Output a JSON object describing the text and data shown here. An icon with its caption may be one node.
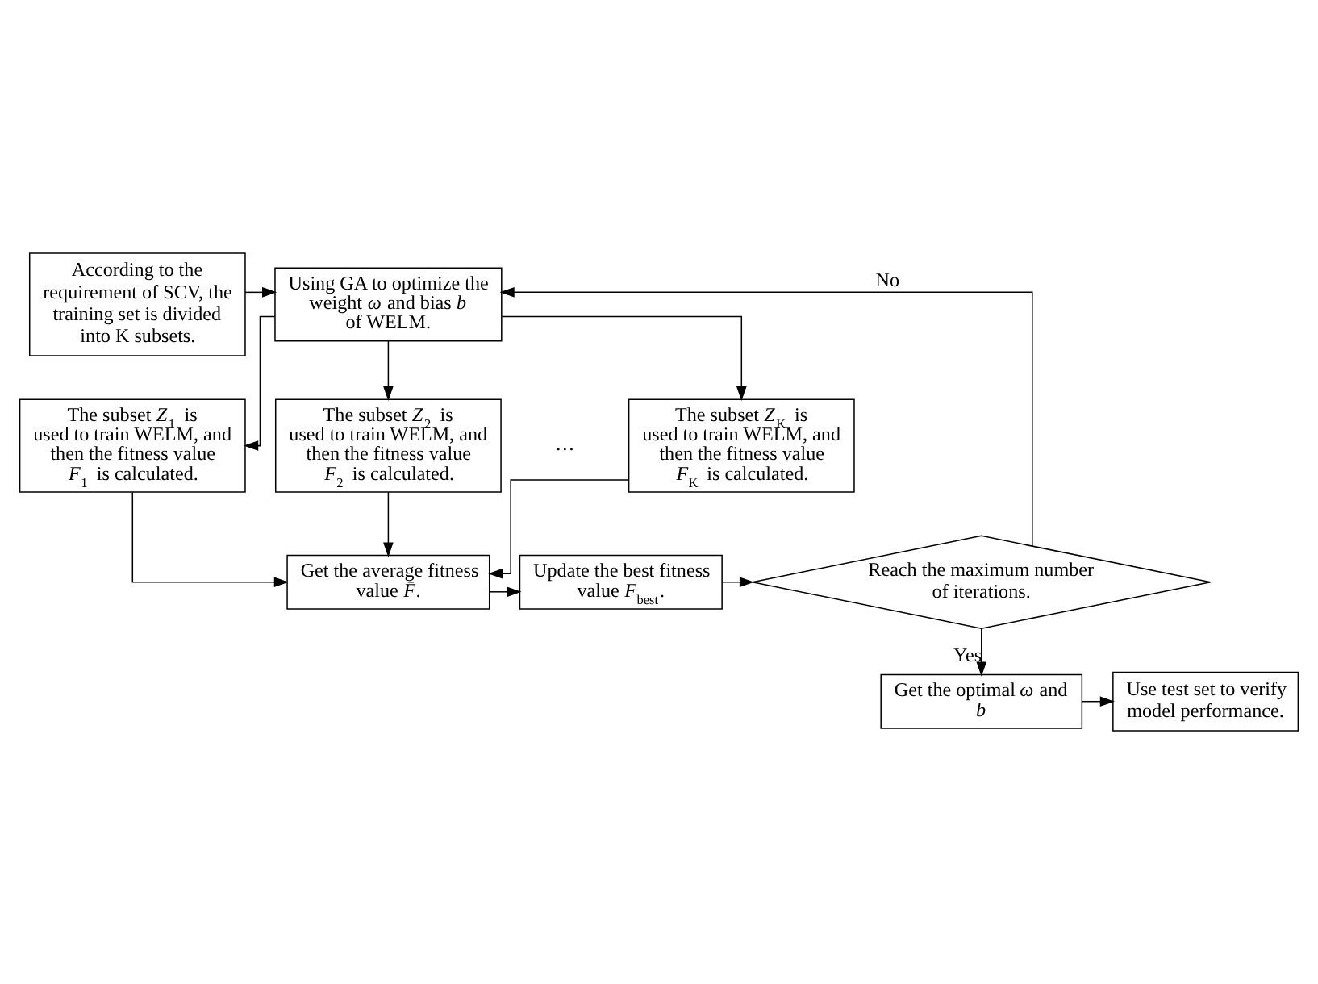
{
  "diagram": {
    "nodes": [
      {
        "text": [
          "According to the requirement of SCV, the training set is divided into K subsets."
        ]
      },
      {
        "text": [
          "Using GA to optimize the weight *ω* and bias *b* of WELM."
        ]
      },
      {
        "text": [
          "The subset *Z*$_{1}$ is used to train WELM, and then the fitness value *F*$_{1}$ is calculated."
        ]
      },
      {
        "text": [
          "The subset *Z*$_{2}$ is used to train WELM, and then the fitness value *F*$_{2}$ is calculated."
        ]
      },
      {
        "text": [
          "The subset *Z*$_{K}$ is used to train WELM, and then the fitness value *F*$_{K}$ is calculated."
        ]
      },
      {
        "text": [
          "Get the average fitness value *F̄*."
        ]
      },
      {
        "text": [
          "Update the best fitness value *F*$_{best}$."
        ]
      },
      {
        "text": [
          "Reach the maximum number of iterations."
        ]
      },
      {
        "text": [
          "Get the optimal *ω* and *b*"
        ]
      },
      {
        "text": [
          "Use test set to verify model performance."
        ]
      }
    ],
    "edges": [
      {
        "from": 0,
        "to": 1,
        "arrow": "to"
      },
      {
        "from": 1,
        "to": 2,
        "arrow": "to"
      },
      {
        "from": 1,
        "to": 3,
        "arrow": "to"
      },
      {
        "from": 1,
        "to": 4,
        "arrow": "to"
      },
      {
        "from": 2,
        "to": 5,
        "arrow": "to"
      },
      {
        "from": 3,
        "to": 5,
        "arrow": "to"
      },
      {
        "from": 4,
        "to": 5,
        "arrow": "to"
      },
      {
        "from": 5,
        "to": 6,
        "arrow": "to"
      },
      {
        "from": 6,
        "to": 7,
        "arrow": "to"
      },
      {
        "from": 7,
        "to": 1,
        "arrow": "to",
        "label": "No"
      },
      {
        "from": 7,
        "to": 8,
        "arrow": "to",
        "label": "Yes"
      },
      {
        "from": 8,
        "to": 9,
        "arrow": "to"
      }
    ],
    "labels": [
      "…"
    ]
  }
}
